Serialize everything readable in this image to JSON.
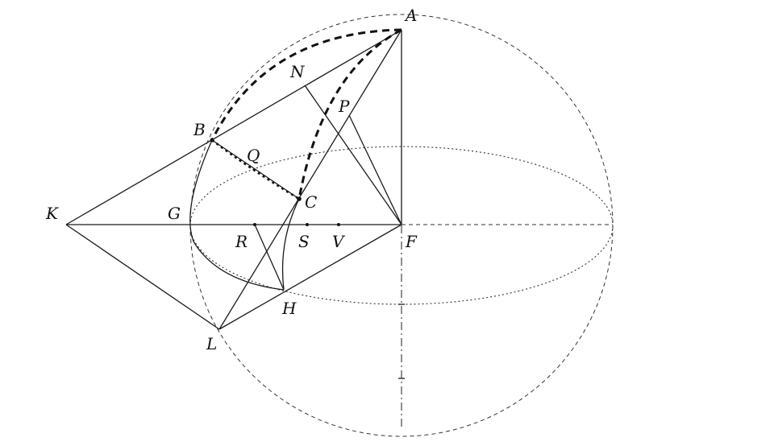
{
  "diagram": {
    "points": {
      "A": "A",
      "N": "N",
      "P": "P",
      "B": "B",
      "Q": "Q",
      "C": "C",
      "K": "K",
      "G": "G",
      "R": "R",
      "S": "S",
      "V": "V",
      "F": "F",
      "H": "H",
      "L": "L"
    }
  }
}
